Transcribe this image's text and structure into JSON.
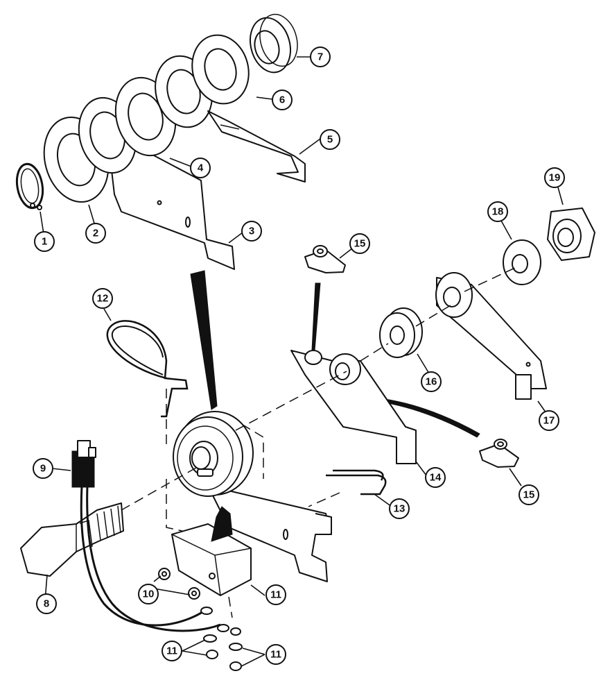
{
  "callouts": [
    {
      "id": "c1",
      "label": "1"
    },
    {
      "id": "c2",
      "label": "2"
    },
    {
      "id": "c3",
      "label": "3"
    },
    {
      "id": "c4",
      "label": "4"
    },
    {
      "id": "c5",
      "label": "5"
    },
    {
      "id": "c6",
      "label": "6"
    },
    {
      "id": "c7",
      "label": "7"
    },
    {
      "id": "c8",
      "label": "8"
    },
    {
      "id": "c9",
      "label": "9"
    },
    {
      "id": "c10",
      "label": "10"
    },
    {
      "id": "c11a",
      "label": "11"
    },
    {
      "id": "c11b",
      "label": "11"
    },
    {
      "id": "c11c",
      "label": "11"
    },
    {
      "id": "c12",
      "label": "12"
    },
    {
      "id": "c13",
      "label": "13"
    },
    {
      "id": "c14",
      "label": "14"
    },
    {
      "id": "c15a",
      "label": "15"
    },
    {
      "id": "c15b",
      "label": "15"
    },
    {
      "id": "c16",
      "label": "16"
    },
    {
      "id": "c17",
      "label": "17"
    },
    {
      "id": "c18",
      "label": "18"
    },
    {
      "id": "c19",
      "label": "19"
    }
  ]
}
